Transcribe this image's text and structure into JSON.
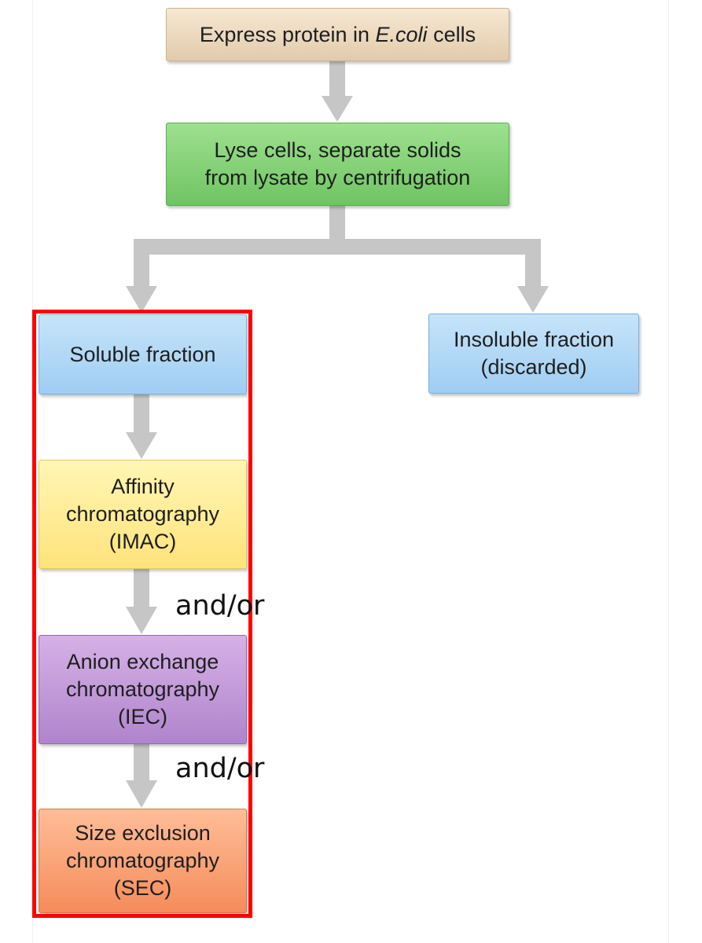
{
  "steps": {
    "express": {
      "prefix": "Express protein in ",
      "italic": "E.coli",
      "suffix": " cells"
    },
    "lyse": {
      "line1": "Lyse cells, separate solids",
      "line2": "from lysate by centrifugation"
    },
    "soluble": "Soluble fraction",
    "insoluble": {
      "line1": "Insoluble fraction",
      "line2": "(discarded)"
    },
    "affinity": {
      "line1": "Affinity",
      "line2": "chromatography",
      "line3": "(IMAC)"
    },
    "anion": {
      "line1": "Anion exchange",
      "line2": "chromatography",
      "line3": "(IEC)"
    },
    "size": {
      "line1": "Size exclusion",
      "line2": "chromatography",
      "line3": "(SEC)"
    }
  },
  "annotations": {
    "and_or_1": "and/or",
    "and_or_2": "and/or"
  },
  "colors": {
    "express": "#eedcc2",
    "lyse": "#86d277",
    "fraction": "#b3d8f6",
    "affinity": "#fff09c",
    "anion": "#c39cd9",
    "size": "#fca87c",
    "arrow": "#c6c6c6",
    "highlight": "#ff0000"
  }
}
